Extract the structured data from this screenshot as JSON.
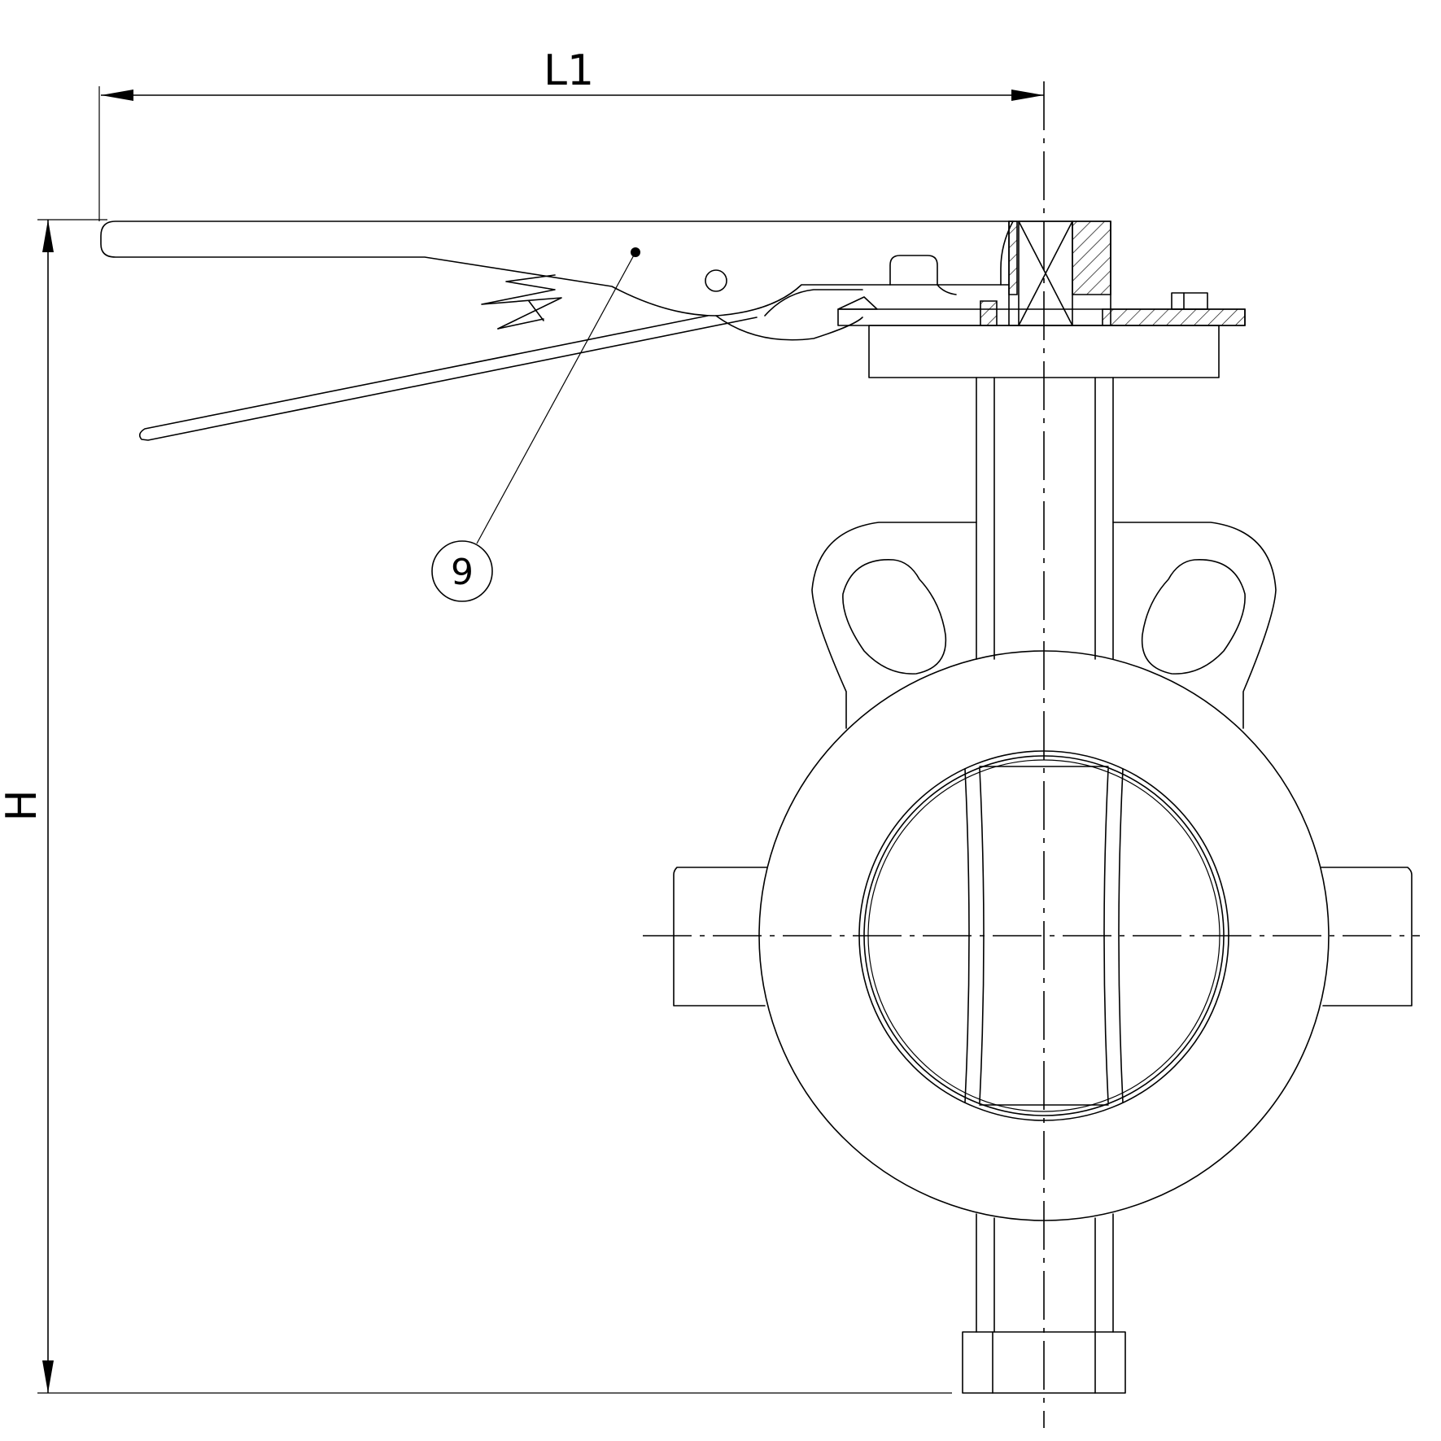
{
  "drawing": {
    "dimensions": {
      "length_label": "L1",
      "height_label": "H"
    },
    "callouts": [
      {
        "label": "9"
      }
    ]
  }
}
